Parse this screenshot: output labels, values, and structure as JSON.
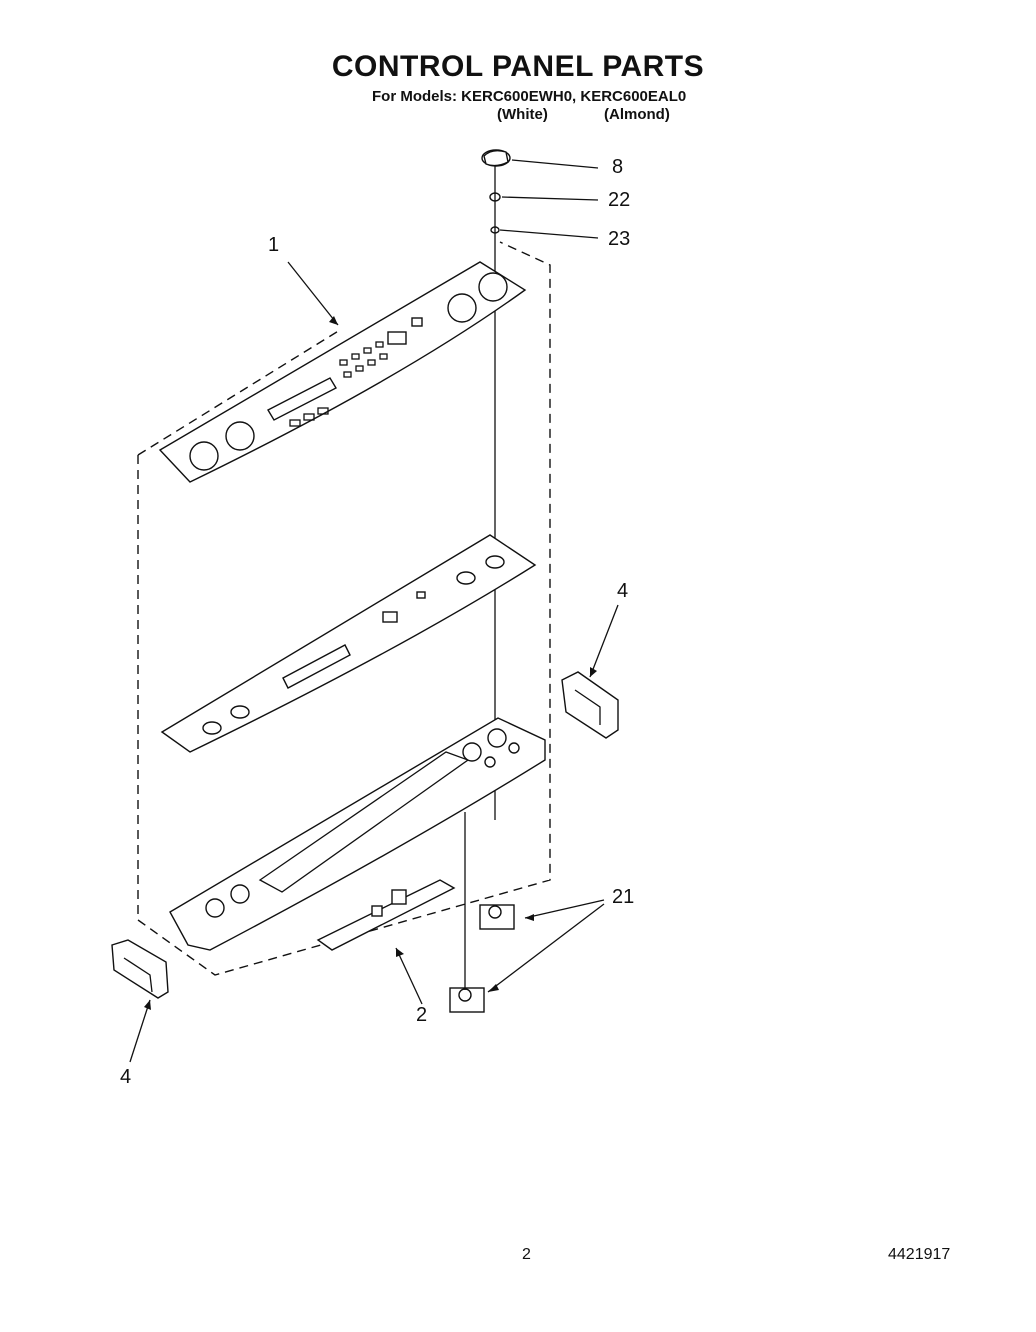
{
  "header": {
    "title": "CONTROL PANEL PARTS",
    "subtitle": "For Models: KERC600EWH0, KERC600EAL0",
    "variants": [
      "(White)",
      "(Almond)"
    ]
  },
  "callouts": {
    "knob": "8",
    "washer_a": "22",
    "washer_b": "23",
    "control_panel": "1",
    "end_cap_right": "4",
    "end_cap_left": "4",
    "switches": "21",
    "circuit_board": "2"
  },
  "footer": {
    "page_number": "2",
    "document_number": "4421917"
  }
}
